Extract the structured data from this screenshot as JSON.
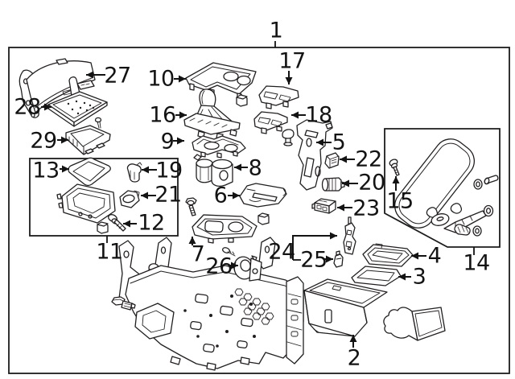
{
  "figure": {
    "background": "#ffffff",
    "line_color": "#231f20",
    "label_color": "#131313"
  },
  "callouts": {
    "c1": "1",
    "c2": "2",
    "c3": "3",
    "c4": "4",
    "c5": "5",
    "c6": "6",
    "c7": "7",
    "c8": "8",
    "c9": "9",
    "c10": "10",
    "c11": "11",
    "c12": "12",
    "c13": "13",
    "c14": "14",
    "c15": "15",
    "c16": "16",
    "c17": "17",
    "c18": "18",
    "c19": "19",
    "c20": "20",
    "c21": "21",
    "c22": "22",
    "c23": "23",
    "c24": "24",
    "c25": "25",
    "c26": "26",
    "c27": "27",
    "c28": "28",
    "c29": "29"
  }
}
